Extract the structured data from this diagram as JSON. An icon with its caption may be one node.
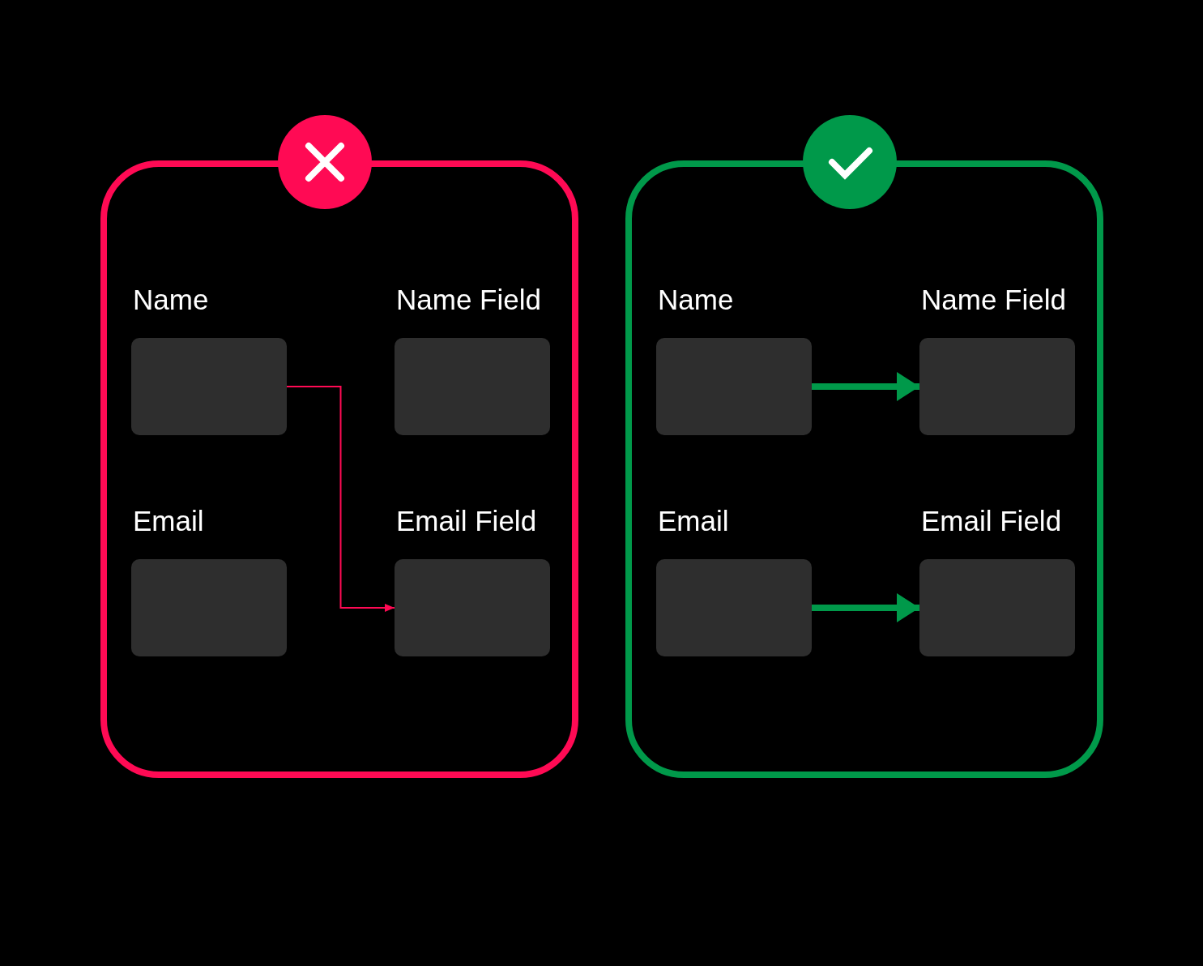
{
  "diagram": {
    "nodes": [
      {
        "text": [],
        "shape": "box"
      },
      {
        "text": [
          "Name"
        ],
        "in": 0
      },
      {
        "text": [
          "Name Field"
        ],
        "in": 0
      },
      {
        "text": [
          "Email"
        ],
        "in": 0
      },
      {
        "text": [
          "Email Field"
        ],
        "in": 0
      },
      {
        "text": [],
        "shape": "box"
      },
      {
        "text": [
          "Name"
        ],
        "in": 5
      },
      {
        "text": [
          "Name Field"
        ],
        "in": 5
      },
      {
        "text": [
          "Email"
        ],
        "in": 5
      },
      {
        "text": [
          "Email Field"
        ],
        "in": 5
      }
    ],
    "edges": [
      {
        "from": 1,
        "to": 4,
        "arrow": "to",
        "color": "#ff0a54"
      },
      {
        "from": 6,
        "to": 7,
        "arrow": "to",
        "color": "#00994a"
      },
      {
        "from": 8,
        "to": 9,
        "arrow": "to",
        "color": "#00994a"
      }
    ]
  }
}
